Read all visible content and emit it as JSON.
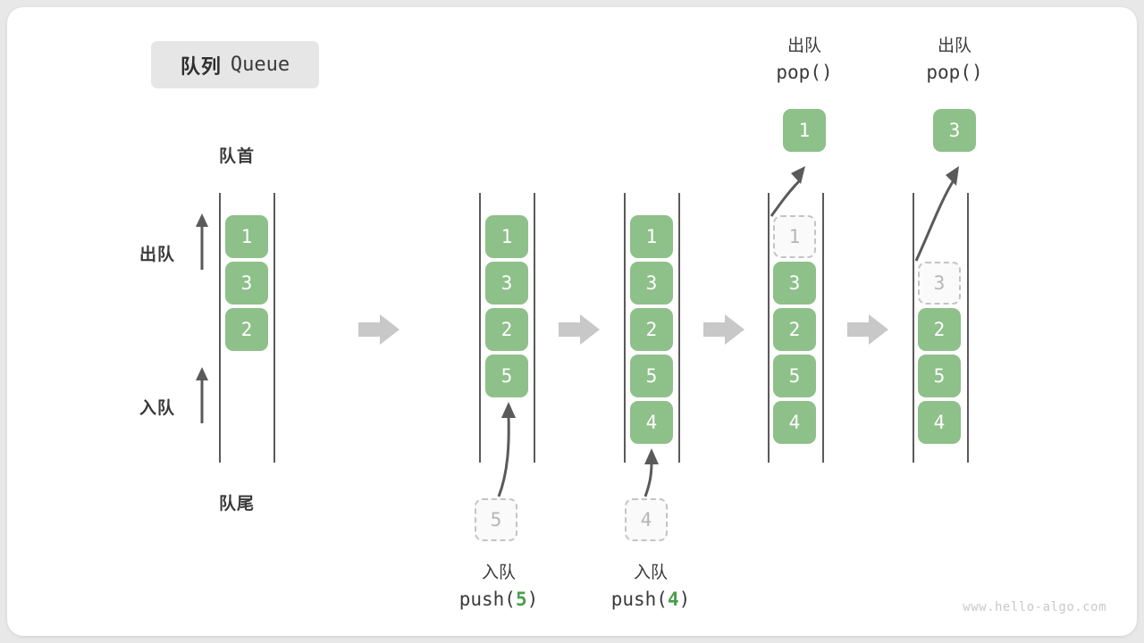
{
  "title": {
    "cn": "队列",
    "en": "Queue"
  },
  "labels": {
    "head": "队首",
    "tail": "队尾",
    "dequeue": "出队",
    "enqueue": "入队"
  },
  "watermark": "www.hello-algo.com",
  "colors": {
    "element_fill": "#8ec08a",
    "element_text": "#ffffff",
    "ghost_fill": "#fafafa",
    "ghost_border": "#c4c4c4",
    "ghost_text": "#b6b6b6",
    "rail": "#5a5a5a",
    "arrow": "#5a5a5a",
    "flow_arrow": "#c8c8c8",
    "badge_bg": "#e6e6e6",
    "text": "#3a3a3a",
    "code_accent": "#4a9e4a",
    "canvas": "#ffffff",
    "page_bg": "#e8e8e8"
  },
  "stages": [
    {
      "name": "initial",
      "elements": [
        "1",
        "3",
        "2"
      ],
      "ghost_slot": null,
      "ghost_value": null,
      "incoming_ghost": null,
      "popped": null,
      "caption_cn": null,
      "caption_code": null,
      "caption_num": null,
      "side_labels": true
    },
    {
      "name": "push-5",
      "elements": [
        "1",
        "3",
        "2",
        "5"
      ],
      "ghost_slot": null,
      "ghost_value": null,
      "incoming_ghost": "5",
      "popped": null,
      "caption_cn": "入队",
      "caption_code": "push(5)",
      "caption_num": "5",
      "side_labels": false
    },
    {
      "name": "push-4",
      "elements": [
        "1",
        "3",
        "2",
        "5",
        "4"
      ],
      "ghost_slot": null,
      "ghost_value": null,
      "incoming_ghost": "4",
      "popped": null,
      "caption_cn": "入队",
      "caption_code": "push(4)",
      "caption_num": "4",
      "side_labels": false
    },
    {
      "name": "pop-1",
      "elements": [
        "3",
        "2",
        "5",
        "4"
      ],
      "ghost_slot": 0,
      "ghost_value": "1",
      "incoming_ghost": null,
      "popped": "1",
      "caption_cn": "出队",
      "caption_code": "pop()",
      "caption_num": null,
      "side_labels": false
    },
    {
      "name": "pop-3",
      "elements": [
        "2",
        "5",
        "4"
      ],
      "ghost_slot": 1,
      "ghost_value": "3",
      "incoming_ghost": null,
      "popped": "3",
      "caption_cn": "出队",
      "caption_code": "pop()",
      "caption_num": null,
      "side_labels": false
    }
  ]
}
